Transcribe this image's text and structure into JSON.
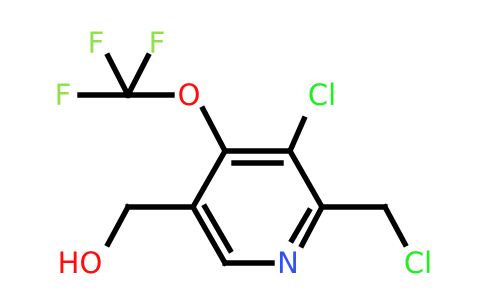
{
  "molecule": {
    "atoms": {
      "F1": "F",
      "F2": "F",
      "F3": "F",
      "O_ether": "O",
      "Cl_ring": "Cl",
      "N_ring": "N",
      "Cl_chain": "Cl",
      "HO": "HO"
    },
    "colors": {
      "F": "#90e050",
      "O": "#ff0d0d",
      "Cl": "#1ff01f",
      "N": "#3050f8",
      "bond": "#000000"
    }
  }
}
